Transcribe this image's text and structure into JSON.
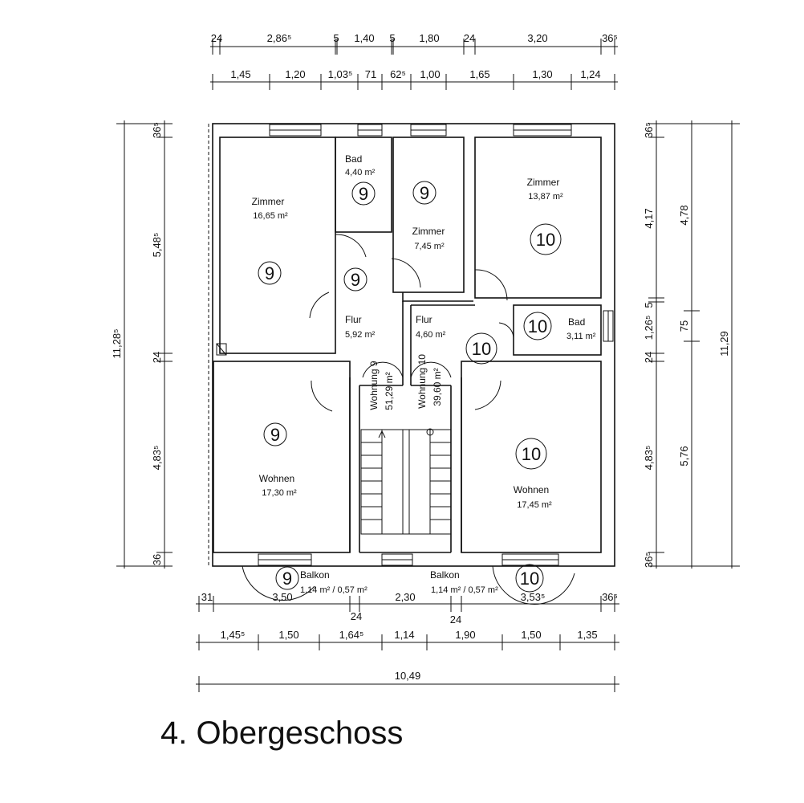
{
  "title": "4. Obergeschoss",
  "dimensions": {
    "top_row1": [
      "24",
      "2,86⁵",
      "5",
      "1,40",
      "5",
      "1,80",
      "24",
      "3,20",
      "36⁵"
    ],
    "top_row2": [
      "1,45",
      "1,20",
      "1,03⁵",
      "71",
      "62⁵",
      "1,00",
      "1,65",
      "1,30",
      "1,24"
    ],
    "left_total": "11,28⁵",
    "left_segments": [
      "36⁵",
      "5,48⁵",
      "24",
      "4,83⁵",
      "36"
    ],
    "right_inner": [
      "36⁵",
      "4,17",
      "5",
      "1,26⁵",
      "24",
      "4,83⁵",
      "36⁵"
    ],
    "right_mid": [
      "4,78",
      "75",
      "5,76"
    ],
    "right_total": "11,29",
    "bottom_row1": [
      "31",
      "3,50",
      "24",
      "2,30",
      "24",
      "3,53⁵",
      "36⁵"
    ],
    "bottom_row2": [
      "1,45⁵",
      "1,50",
      "1,64⁵",
      "1,14",
      "1,90",
      "1,50",
      "1,35"
    ],
    "bottom_total": "10,49"
  },
  "rooms": [
    {
      "name": "Zimmer",
      "area": "16,65 m²"
    },
    {
      "name": "Bad",
      "area": "4,40 m²"
    },
    {
      "name": "Zimmer",
      "area": "7,45 m²"
    },
    {
      "name": "Zimmer",
      "area": "13,87 m²"
    },
    {
      "name": "Flur",
      "area": "5,92 m²"
    },
    {
      "name": "Flur",
      "area": "4,60 m²"
    },
    {
      "name": "Bad",
      "area": "3,11 m²"
    },
    {
      "name": "Wohnen",
      "area": "17,30 m²"
    },
    {
      "name": "Wohnen",
      "area": "17,45 m²"
    },
    {
      "name": "Balkon",
      "area": "1,14 m² / 0,57 m²"
    },
    {
      "name": "Balkon",
      "area": "1,14 m² / 0,57 m²"
    }
  ],
  "apartments": [
    {
      "label": "Wohnung 9",
      "area": "51,29 m²",
      "number": "9"
    },
    {
      "label": "Wohnung 10",
      "area": "39,60 m²",
      "number": "10"
    }
  ]
}
